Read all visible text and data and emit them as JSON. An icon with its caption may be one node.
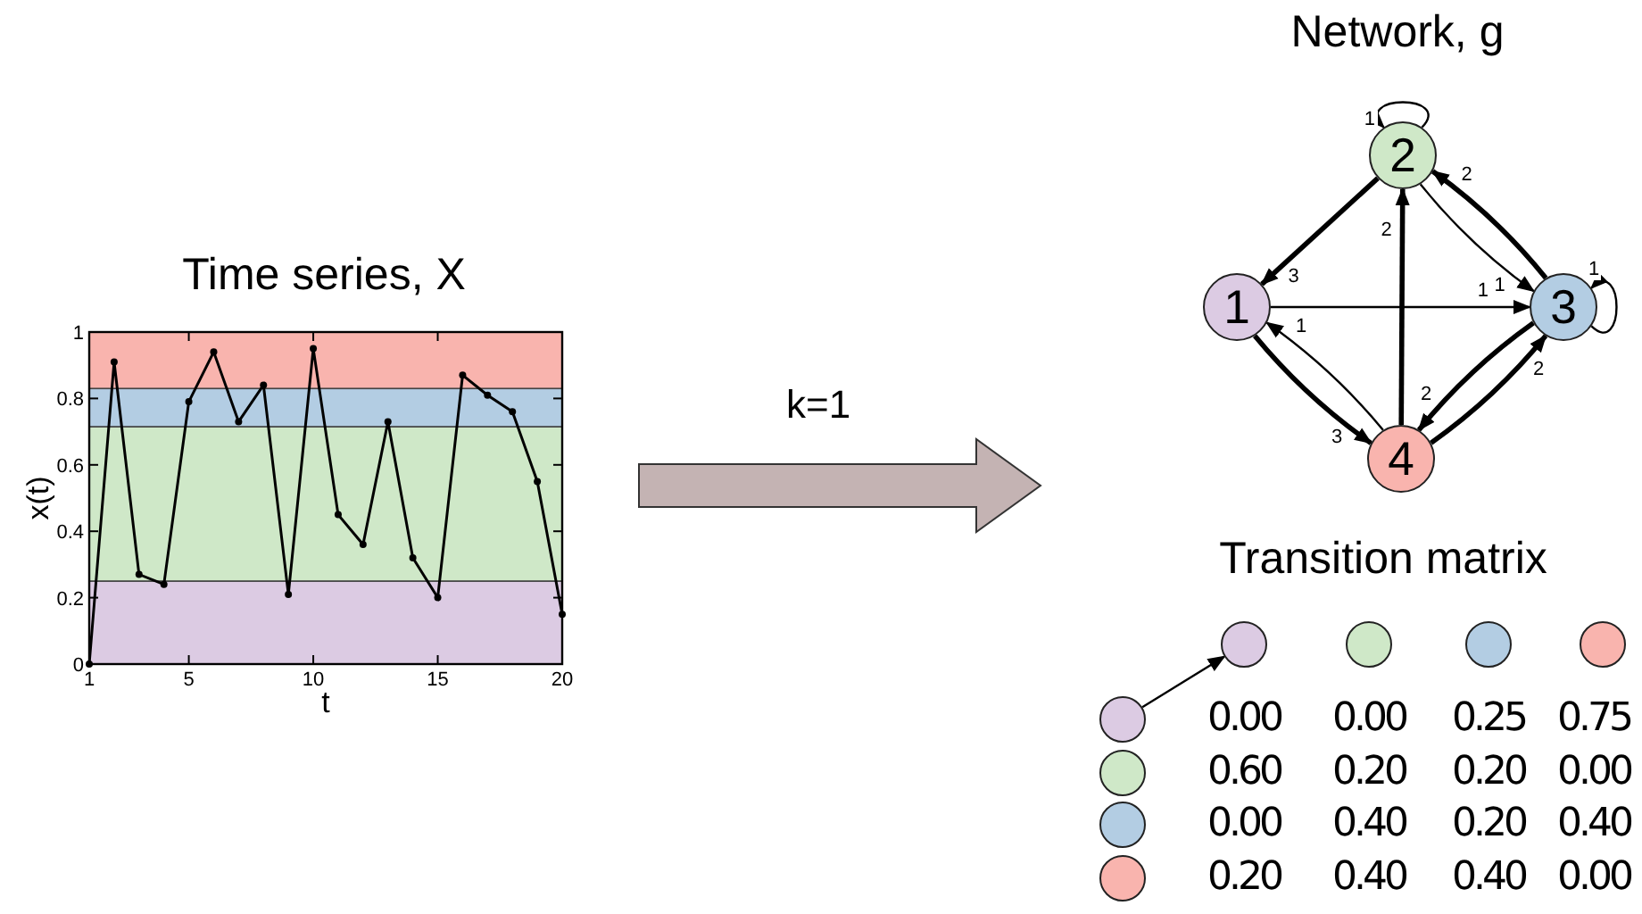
{
  "diagram": {
    "nodes": [
      {
        "text": [
          "Time series, X"
        ]
      },
      {
        "text": [
          "Network, g"
        ]
      },
      {
        "text": [
          "1"
        ],
        "in": 1
      },
      {
        "text": [
          "2"
        ],
        "in": 1
      },
      {
        "text": [
          "3"
        ],
        "in": 1
      },
      {
        "text": [
          "4"
        ],
        "in": 1
      },
      {
        "text": [
          "Transition matrix"
        ]
      },
      {
        "text": [],
        "shape": "circle",
        "in": 6
      },
      {
        "text": [],
        "shape": "circle",
        "in": 6
      },
      {
        "text": [],
        "shape": "circle",
        "in": 6
      },
      {
        "text": [],
        "shape": "circle",
        "in": 6
      },
      {
        "text": [],
        "shape": "circle",
        "in": 6
      },
      {
        "text": [],
        "shape": "circle",
        "in": 6
      },
      {
        "text": [],
        "shape": "circle",
        "in": 6
      },
      {
        "text": [],
        "shape": "circle",
        "in": 6
      }
    ],
    "edges": [
      {
        "from": 0,
        "to": 1,
        "arrow": "to",
        "label": "k=1"
      },
      {
        "from": 3,
        "to": 2,
        "arrow": "to",
        "label": "3",
        "style": "thick"
      },
      {
        "from": 3,
        "to": 3,
        "arrow": "to",
        "label": "1"
      },
      {
        "from": 3,
        "to": 4,
        "arrow": "to",
        "label": "1"
      },
      {
        "from": 2,
        "to": 4,
        "arrow": "to",
        "label": "1"
      },
      {
        "from": 2,
        "to": 5,
        "arrow": "to",
        "label": "3",
        "style": "thick"
      },
      {
        "from": 4,
        "to": 3,
        "arrow": "to",
        "label": "2",
        "style": "thick"
      },
      {
        "from": 4,
        "to": 4,
        "arrow": "to",
        "label": "1"
      },
      {
        "from": 4,
        "to": 5,
        "arrow": "to",
        "label": "2",
        "style": "thick"
      },
      {
        "from": 5,
        "to": 2,
        "arrow": "to",
        "label": "1"
      },
      {
        "from": 5,
        "to": 3,
        "arrow": "to",
        "label": "2",
        "style": "thick"
      },
      {
        "from": 5,
        "to": 4,
        "arrow": "to",
        "label": "2",
        "style": "thick"
      },
      {
        "from": 11,
        "to": 7,
        "arrow": "to"
      }
    ],
    "labels": [
      "0.00",
      "0.00",
      "0.25",
      "0.75",
      "0.60",
      "0.20",
      "0.20",
      "0.00",
      "0.00",
      "0.40",
      "0.20",
      "0.40",
      "0.20",
      "0.40",
      "0.40",
      "0.00"
    ],
    "chart_data": {
      "type": "line",
      "xlabel": "t",
      "ylabel": "x(t)",
      "x": [
        1,
        2,
        3,
        4,
        5,
        6,
        7,
        8,
        9,
        10,
        11,
        12,
        13,
        14,
        15,
        16,
        17,
        18,
        19,
        20
      ],
      "values": [
        0,
        0.91,
        0.27,
        0.24,
        0.79,
        0.94,
        0.73,
        0.84,
        0.21,
        0.95,
        0.45,
        0.36,
        0.73,
        0.32,
        0.2,
        0.87,
        0.81,
        0.76,
        0.55,
        0.15
      ],
      "xlim": [
        1,
        20
      ],
      "ylim": [
        0,
        1
      ],
      "xticks": [
        1,
        5,
        10,
        15,
        20
      ],
      "yticks": [
        0,
        0.2,
        0.4,
        0.6,
        0.8,
        1
      ],
      "marker": "circle",
      "bands": [
        {
          "axis": "y",
          "from": 0,
          "to": 0.25,
          "color": "#dccbe3"
        },
        {
          "axis": "y",
          "from": 0.25,
          "to": 0.715,
          "color": "#cfe8c8"
        },
        {
          "axis": "y",
          "from": 0.715,
          "to": 0.83,
          "color": "#b3cde3"
        },
        {
          "axis": "y",
          "from": 0.83,
          "to": 1,
          "color": "#f9b4ae"
        }
      ]
    }
  }
}
